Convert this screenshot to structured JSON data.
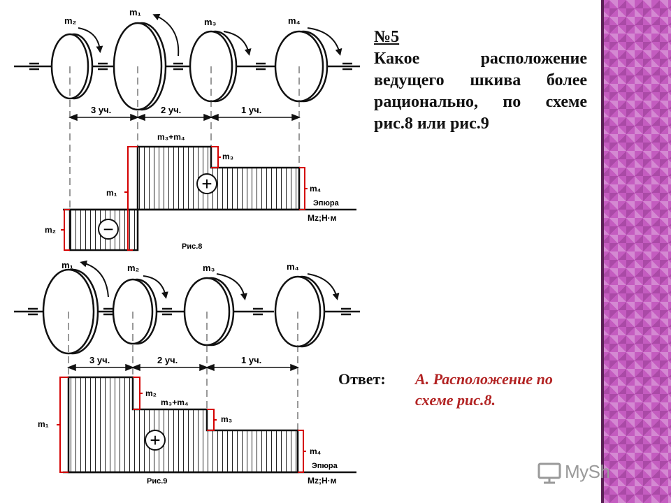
{
  "question": {
    "number": "№5",
    "text": "Какое расположение ведущего шкива более рационально, по схеме рис.8 или рис.9"
  },
  "answer": {
    "label": "Ответ:",
    "text": "А. Расположение по  схеме рис.8."
  },
  "figures": {
    "fig8": {
      "caption": "Рис.8",
      "pulleys": [
        "m₂",
        "m₁",
        "m₃",
        "m₄"
      ],
      "sections": [
        "3 уч.",
        "2 уч.",
        "1 уч."
      ],
      "diagram_labels": {
        "top_step": "m₃+m₄",
        "m3": "m₃",
        "m4": "m₄",
        "m1": "m₁",
        "m2": "m₂"
      },
      "sign_positive": "+",
      "sign_negative": "−",
      "epure_label": "Эпюра",
      "unit_label": "Mz;Н·м"
    },
    "fig9": {
      "caption": "Рис.9",
      "pulleys": [
        "m₁",
        "m₂",
        "m₃",
        "m₄"
      ],
      "sections": [
        "3 уч.",
        "2 уч.",
        "1 уч."
      ],
      "diagram_labels": {
        "m1": "m₁",
        "m2": "m₂",
        "sum": "m₃+m₄",
        "m3": "m₃",
        "m4": "m₄"
      },
      "sign_positive": "+",
      "epure_label": "Эпюра",
      "unit_label": "Mz;Н·м"
    }
  },
  "watermark": {
    "text": "MySh"
  },
  "colors": {
    "bracket": "#d40000",
    "answer": "#b22222",
    "sidebar": "#c45cc0"
  }
}
